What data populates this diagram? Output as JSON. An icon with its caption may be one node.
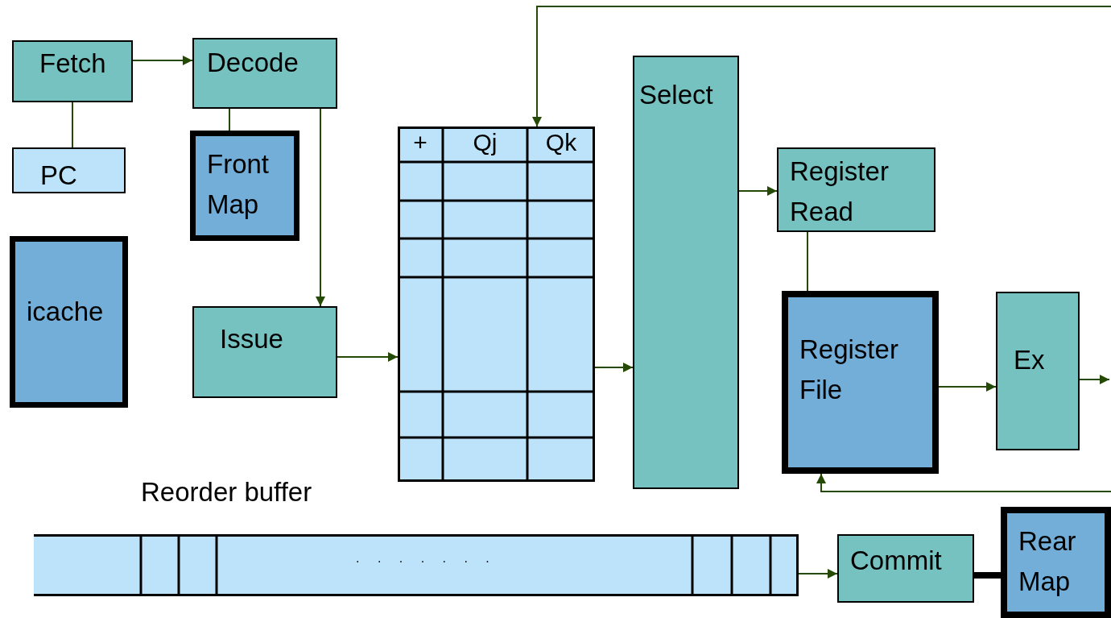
{
  "diagram": {
    "nodes": [
      {
        "text": [
          "Fetch"
        ]
      },
      {
        "text": [
          "Decode"
        ]
      },
      {
        "text": [
          "PC"
        ]
      },
      {
        "text": [
          "Front Map"
        ]
      },
      {
        "text": [
          "icache"
        ]
      },
      {
        "text": [
          "Issue"
        ]
      },
      {
        "text": [
          "+",
          "Qj",
          "Qk"
        ]
      },
      {
        "text": [
          "Select"
        ]
      },
      {
        "text": [
          "Register Read"
        ]
      },
      {
        "text": [
          "Register File"
        ]
      },
      {
        "text": [
          "Ex"
        ]
      },
      {
        "text": [
          "Reorder buffer",
          ". . . . . . ."
        ]
      },
      {
        "text": [
          "Commit"
        ]
      },
      {
        "text": [
          "Rear Map"
        ]
      }
    ],
    "edges": [
      {
        "from": 0,
        "to": 1,
        "arrow": "to"
      },
      {
        "from": 0,
        "to": 2,
        "arrow": "none"
      },
      {
        "from": 1,
        "to": 3,
        "arrow": "none"
      },
      {
        "from": 1,
        "to": 5,
        "arrow": "to"
      },
      {
        "from": 5,
        "to": 6,
        "arrow": "to"
      },
      {
        "from": 6,
        "to": 7,
        "arrow": "to"
      },
      {
        "from": 7,
        "to": 8,
        "arrow": "to"
      },
      {
        "from": 8,
        "to": 9,
        "arrow": "none"
      },
      {
        "from": 9,
        "to": 10,
        "arrow": "to"
      },
      {
        "from": 10,
        "to": null,
        "arrow": "to"
      },
      {
        "from": null,
        "to": 9,
        "arrow": "to"
      },
      {
        "from": null,
        "to": 6,
        "arrow": "to"
      },
      {
        "from": 11,
        "to": 12,
        "arrow": "to"
      },
      {
        "from": 12,
        "to": 13,
        "arrow": "none",
        "style": "thick",
        "color": "#000000"
      }
    ]
  }
}
